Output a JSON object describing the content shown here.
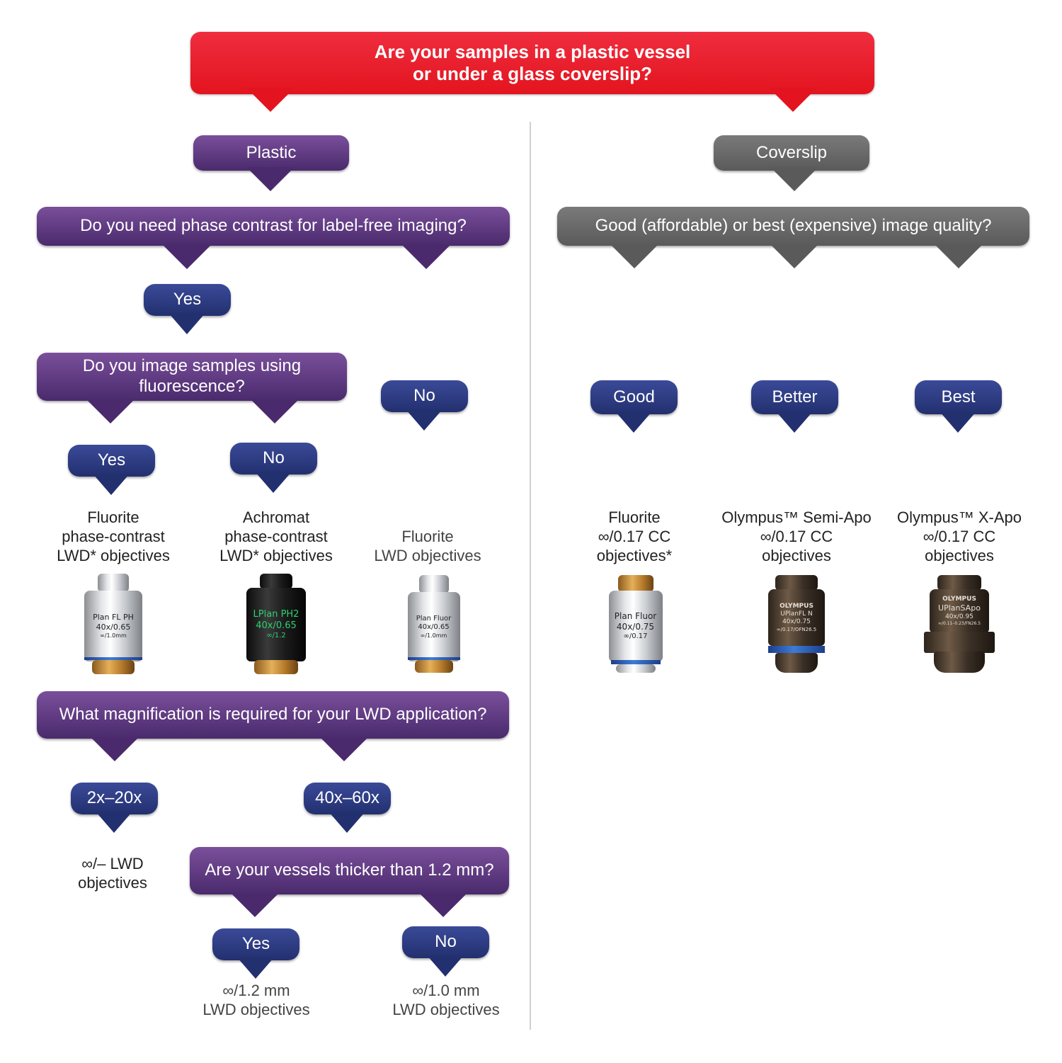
{
  "question_top": {
    "line1": "Are your samples in a plastic vessel",
    "line2": "or under a glass coverslip?"
  },
  "plastic": {
    "label": "Plastic",
    "q_phase": "Do you need phase contrast for label-free imaging?",
    "phase_yes": "Yes",
    "phase_no": "No",
    "q_fluor": {
      "line1": "Do you image samples using",
      "line2": "fluorescence?"
    },
    "fluor_yes": "Yes",
    "fluor_no": "No",
    "result_fluor_yes": [
      "Fluorite",
      "phase-contrast",
      "LWD* objectives"
    ],
    "result_fluor_no": [
      "Achromat",
      "phase-contrast",
      "LWD* objectives"
    ],
    "result_phase_no": [
      "Fluorite",
      "LWD objectives"
    ],
    "lens_fluor_yes": [
      "Plan FL PH",
      "40x/0.65",
      "∞/1.0mm"
    ],
    "lens_fluor_no": [
      "LPlan PH2",
      "40x/0.65",
      "∞/1.2"
    ],
    "lens_phase_no": [
      "Plan Fluor",
      "40x/0.65",
      "∞/1.0mm"
    ],
    "q_mag": "What magnification is required for your LWD application?",
    "mag_low": "2x–20x",
    "mag_high": "40x–60x",
    "result_mag_low": [
      "∞/– LWD",
      "objectives"
    ],
    "q_thick": "Are your vessels thicker than 1.2 mm?",
    "thick_yes": "Yes",
    "thick_no": "No",
    "result_thick_yes": [
      "∞/1.2 mm",
      "LWD objectives"
    ],
    "result_thick_no": [
      "∞/1.0 mm",
      "LWD objectives"
    ]
  },
  "coverslip": {
    "label": "Coverslip",
    "q_quality": "Good (affordable) or best (expensive) image quality?",
    "good": "Good",
    "better": "Better",
    "best": "Best",
    "result_good": [
      "Fluorite",
      "∞/0.17 CC",
      "objectives*"
    ],
    "result_better": [
      "Olympus™ Semi-Apo",
      "∞/0.17 CC",
      "objectives"
    ],
    "result_best": [
      "Olympus™ X-Apo",
      "∞/0.17 CC",
      "objectives"
    ],
    "lens_good": [
      "Plan Fluor",
      "40x/0.75",
      "∞/0.17"
    ],
    "lens_better": [
      "OLYMPUS",
      "UPlanFL N",
      "40x/0.75",
      "∞/0.17/OFN26.5"
    ],
    "lens_best": [
      "OLYMPUS",
      "UPlanSApo",
      "40x/0.95",
      "∞/0.11–0.23/FN26.5"
    ]
  },
  "colors": {
    "red": "#e3141f",
    "purple": "#4a2a6c",
    "gray": "#5a5a5a",
    "navy": "#22306f"
  }
}
